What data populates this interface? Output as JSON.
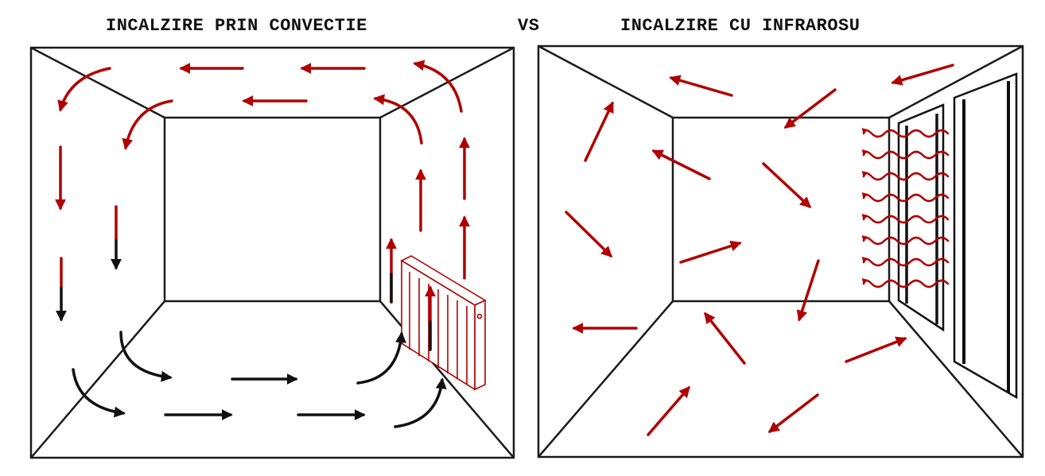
{
  "titles": {
    "left": "INCALZIRE PRIN CONVECTIE",
    "vs": "VS",
    "right": "INCALZIRE CU INFRAROSU"
  },
  "colors": {
    "warm_air": "#b00000",
    "cool_air": "#111111",
    "outline": "#1a1a1a",
    "heater_stroke": "#b00000"
  },
  "icons": {
    "radiator": "radiator-icon",
    "infrared_panel": "infrared-panel-icon",
    "window": "window-icon"
  }
}
